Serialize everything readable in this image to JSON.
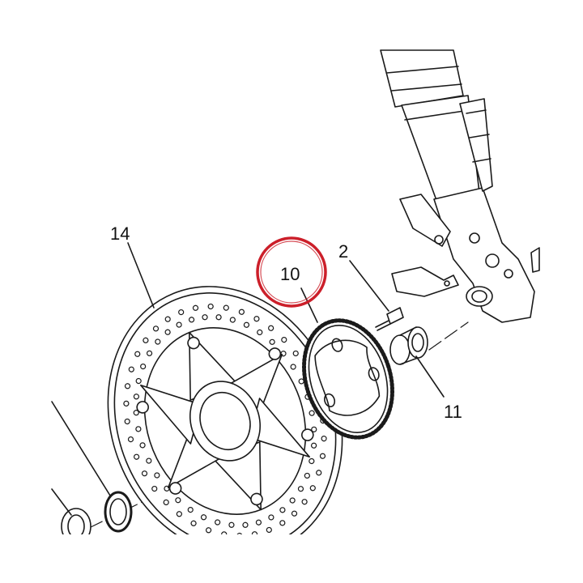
{
  "callouts": [
    {
      "id": "14",
      "text": "14"
    },
    {
      "id": "10",
      "text": "10"
    },
    {
      "id": "2",
      "text": "2"
    },
    {
      "id": "11",
      "text": "11"
    }
  ],
  "highlight": {
    "target": "10",
    "color": "#cc1f2a"
  },
  "colors": {
    "line": "#1a1a1a",
    "fill": "#ffffff",
    "highlight": "#cc1f2a"
  }
}
